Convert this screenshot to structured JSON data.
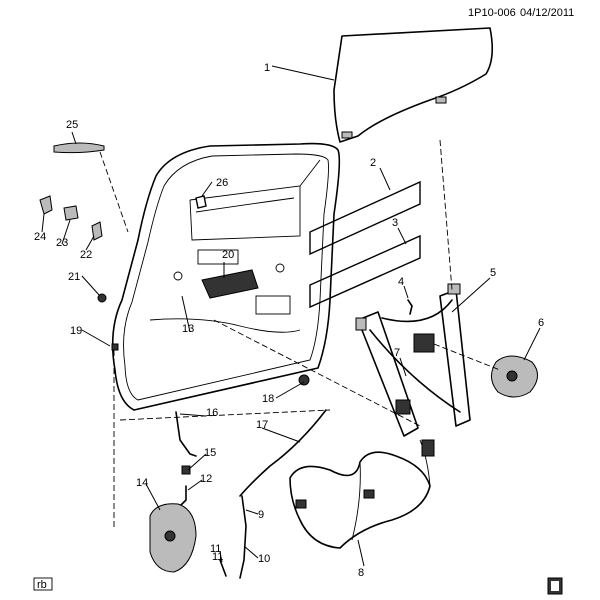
{
  "header": {
    "reference": "1P10-006",
    "date": "04/12/2011"
  },
  "footer": {
    "artist_initials": "rb"
  },
  "callouts": [
    "1",
    "2",
    "3",
    "4",
    "5",
    "6",
    "7",
    "8",
    "9",
    "10",
    "11",
    "12",
    "13",
    "14",
    "15",
    "16",
    "17",
    "18",
    "19",
    "20",
    "21",
    "22",
    "23",
    "24",
    "25",
    "26",
    "11"
  ]
}
